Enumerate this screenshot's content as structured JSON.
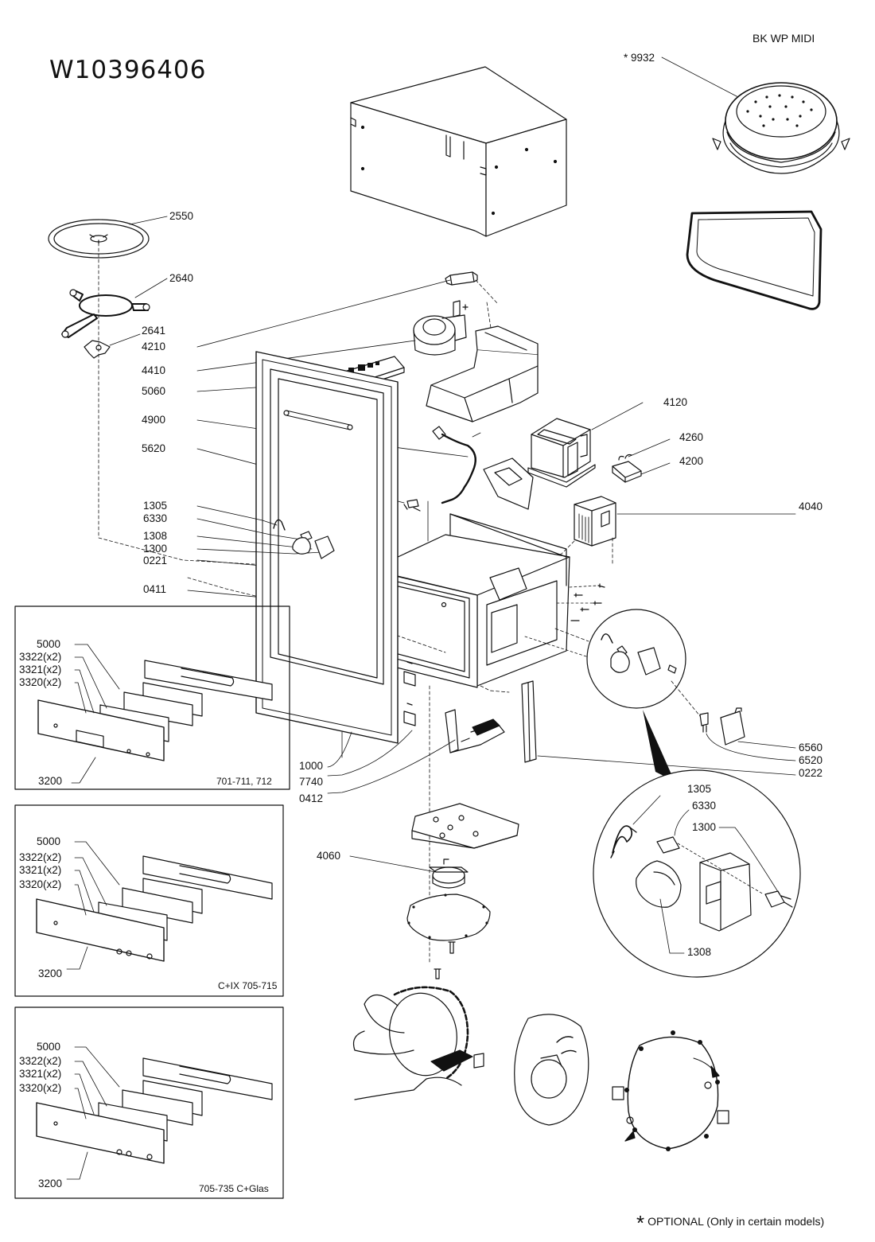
{
  "title": "W10396406",
  "brand_label": "BK WP MIDI",
  "footnote": {
    "symbol": "*",
    "text": "OPTIONAL (Only in certain models)"
  },
  "parts": {
    "p9932": "* 9932",
    "p2550": "2550",
    "p2640": "2640",
    "p2641": "2641",
    "p4210": "4210",
    "p4410": "4410",
    "p5060": "5060",
    "p4900": "4900",
    "p5620": "5620",
    "p4120": "4120",
    "p4260": "4260",
    "p4200": "4200",
    "p4040": "4040",
    "p1305": "1305",
    "p6330": "6330",
    "p1308": "1308",
    "p1300": "1300",
    "p0221": "0221",
    "p0411": "0411",
    "p1000": "1000",
    "p7740": "7740",
    "p0412": "0412",
    "p4060": "4060",
    "p6560": "6560",
    "p6520": "6520",
    "p0222": "0222",
    "d1305": "1305",
    "d6330": "6330",
    "d1300": "1300",
    "d1308": "1308"
  },
  "panels": [
    {
      "caption": "701-711, 712",
      "l5000": "5000",
      "l3322": "3322(x2)",
      "l3321": "3321(x2)",
      "l3320": "3320(x2)",
      "l3200": "3200"
    },
    {
      "caption": "C+IX 705-715",
      "l5000": "5000",
      "l3322": "3322(x2)",
      "l3321": "3321(x2)",
      "l3320": "3320(x2)",
      "l3200": "3200"
    },
    {
      "caption": "705-735 C+Glas",
      "l5000": "5000",
      "l3322": "3322(x2)",
      "l3321": "3321(x2)",
      "l3320": "3320(x2)",
      "l3200": "3200"
    }
  ]
}
